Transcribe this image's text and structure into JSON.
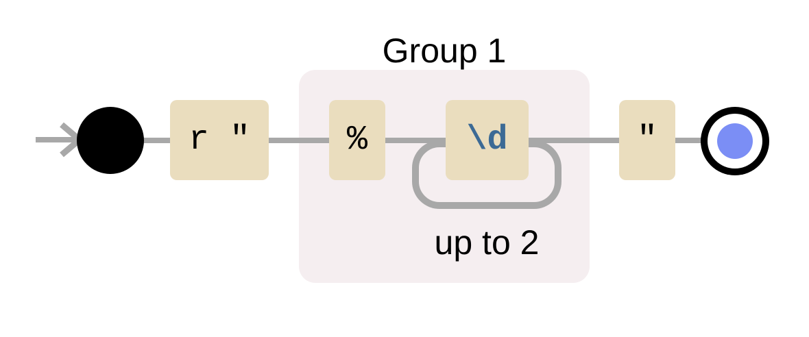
{
  "group": {
    "title": "Group 1"
  },
  "tokens": [
    {
      "id": "literal-r-quote",
      "text": "r \""
    },
    {
      "id": "literal-percent",
      "text": "%"
    },
    {
      "id": "escape-digit",
      "text": "\\d"
    },
    {
      "id": "literal-quote",
      "text": "\""
    }
  ],
  "repetition": {
    "label": "up to 2"
  },
  "colors": {
    "group_background": "#f5eef0",
    "token_background": "#eaddbe",
    "wire": "#a8a8a8",
    "escape_text": "#3c6a95",
    "end_core": "#7b8ef5"
  },
  "icons": {
    "entry": "arrow-right-icon",
    "start": "start-node-icon",
    "end": "end-node-icon"
  }
}
